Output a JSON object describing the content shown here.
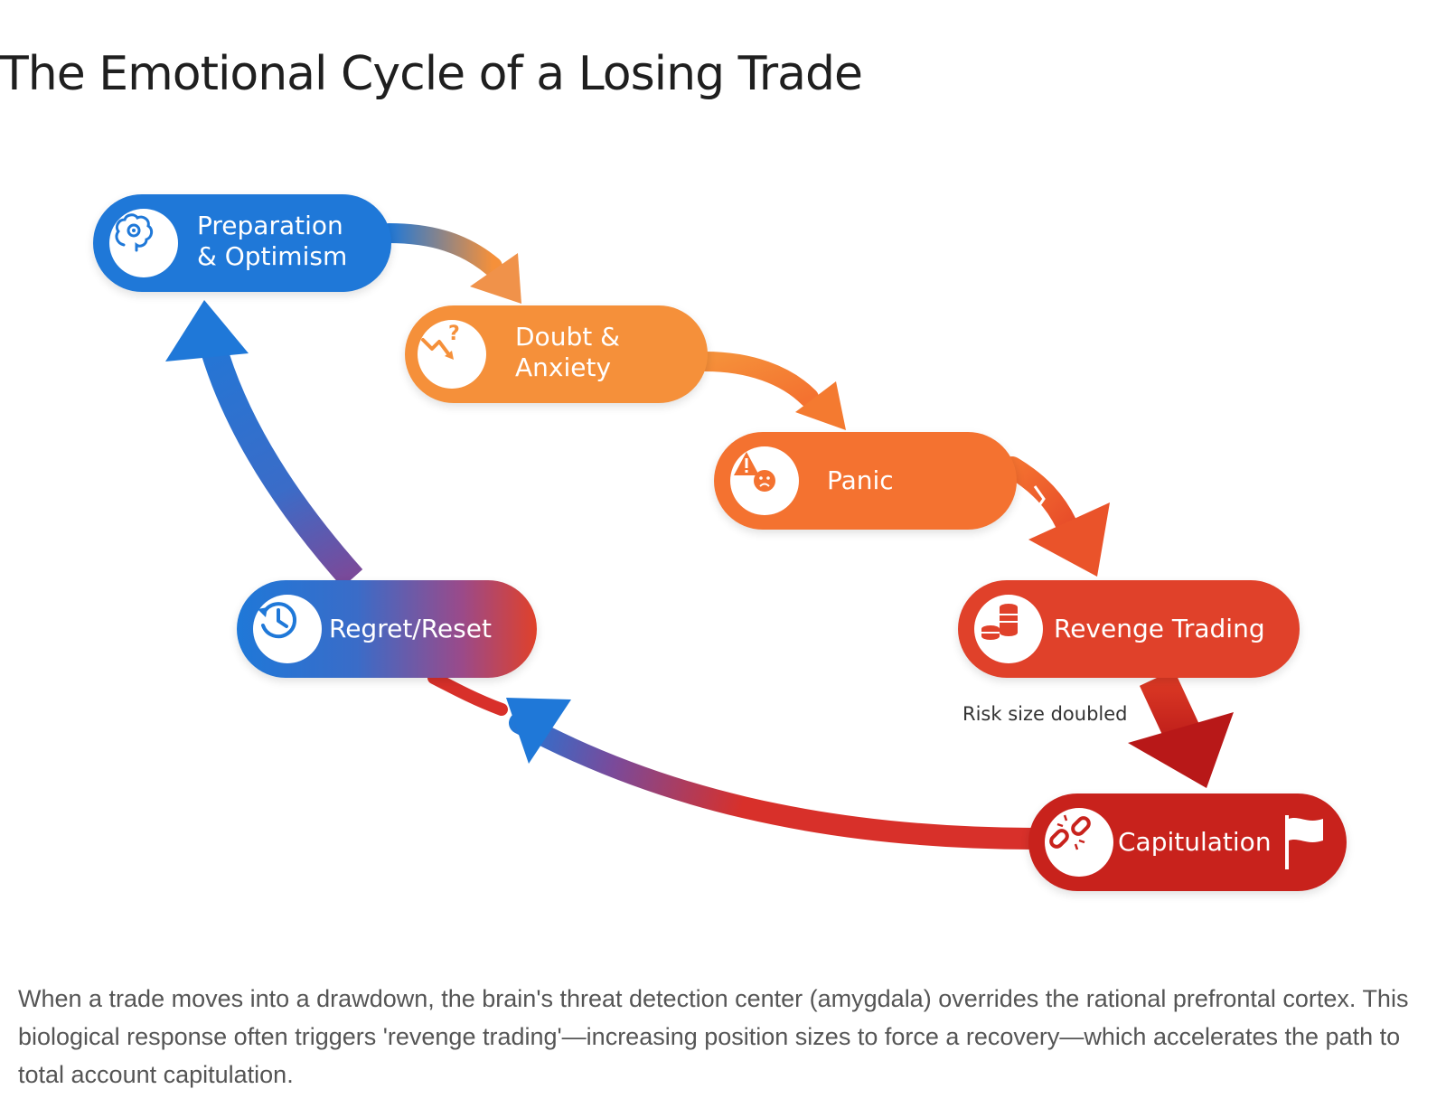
{
  "title": "The Emotional Cycle of a Losing Trade",
  "stages": {
    "preparation": {
      "line1": "Preparation",
      "line2": "& Optimism",
      "icon": "brain-gear-icon",
      "color": "#1f78d8"
    },
    "doubt": {
      "line1": "Doubt &",
      "line2": "Anxiety",
      "icon": "chart-down-question-icon",
      "color": "#f5903a"
    },
    "panic": {
      "label": "Panic",
      "icon": "warning-face-icon",
      "color": "#f47230"
    },
    "revenge": {
      "label": "Revenge Trading",
      "icon": "coin-stack-icon",
      "color": "#e0412a"
    },
    "capitulation": {
      "label": "Capitulation",
      "icon": "broken-chain-icon",
      "flag_icon": "white-flag-icon",
      "color": "#c8221c"
    },
    "regret": {
      "label": "Regret/Reset",
      "icon": "history-clock-icon",
      "color_start": "#1f78d8",
      "color_end": "#e0412a"
    }
  },
  "revenge_note": "Risk size doubled",
  "caption": "When a trade moves into a drawdown, the brain's threat detection center (amygdala) overrides the rational prefrontal cortex. This biological response often triggers 'revenge trading'—increasing position sizes to force a recovery—which accelerates the path to total account capitulation."
}
